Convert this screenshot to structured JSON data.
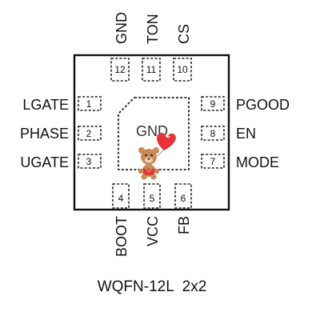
{
  "diagram": {
    "package_name": "WQFN-12L  2x2",
    "exposed_pad_label": "GND",
    "pins": [
      {
        "number": "1",
        "name": "LGATE"
      },
      {
        "number": "2",
        "name": "PHASE"
      },
      {
        "number": "3",
        "name": "UGATE"
      },
      {
        "number": "4",
        "name": "BOOT"
      },
      {
        "number": "5",
        "name": "VCC"
      },
      {
        "number": "6",
        "name": "FB"
      },
      {
        "number": "7",
        "name": "MODE"
      },
      {
        "number": "8",
        "name": "EN"
      },
      {
        "number": "9",
        "name": "PGOOD"
      },
      {
        "number": "10",
        "name": "CS"
      },
      {
        "number": "11",
        "name": "TON"
      },
      {
        "number": "12",
        "name": "GND"
      }
    ],
    "sticker_icon": "teddy-bear-with-heart-balloon-icon",
    "colors": {
      "outline": "#111111",
      "heart": "#e8313a",
      "bear": "#c98a55"
    }
  }
}
